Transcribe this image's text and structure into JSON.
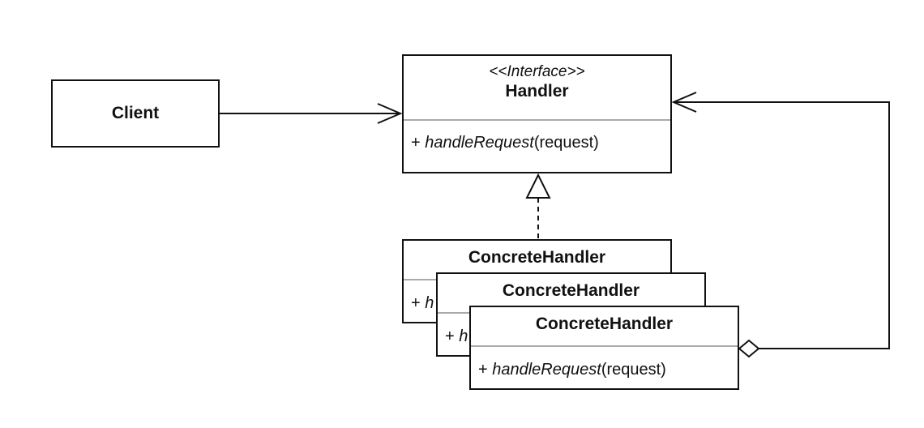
{
  "client": {
    "label": "Client"
  },
  "handler": {
    "stereotype": "<<Interface>>",
    "name": "Handler",
    "op_prefix": "+ ",
    "op_name": "handleRequest",
    "op_params": "(request)"
  },
  "concrete_handlers": [
    {
      "name": "ConcreteHandler",
      "op_prefix": "+ ",
      "op_name": "h",
      "op_params": ""
    },
    {
      "name": "ConcreteHandler",
      "op_prefix": "+ ",
      "op_name": "h",
      "op_params": ""
    },
    {
      "name": "ConcreteHandler",
      "op_prefix": "+ ",
      "op_name": "handleRequest",
      "op_params": "(request)"
    }
  ],
  "relations": [
    {
      "from": "Client",
      "to": "Handler",
      "type": "association"
    },
    {
      "from": "ConcreteHandler",
      "to": "Handler",
      "type": "realization"
    },
    {
      "from": "ConcreteHandler",
      "to": "Handler",
      "type": "aggregation"
    }
  ],
  "colors": {
    "line": "#111111",
    "divider": "#aaaaaa",
    "background": "#ffffff"
  }
}
